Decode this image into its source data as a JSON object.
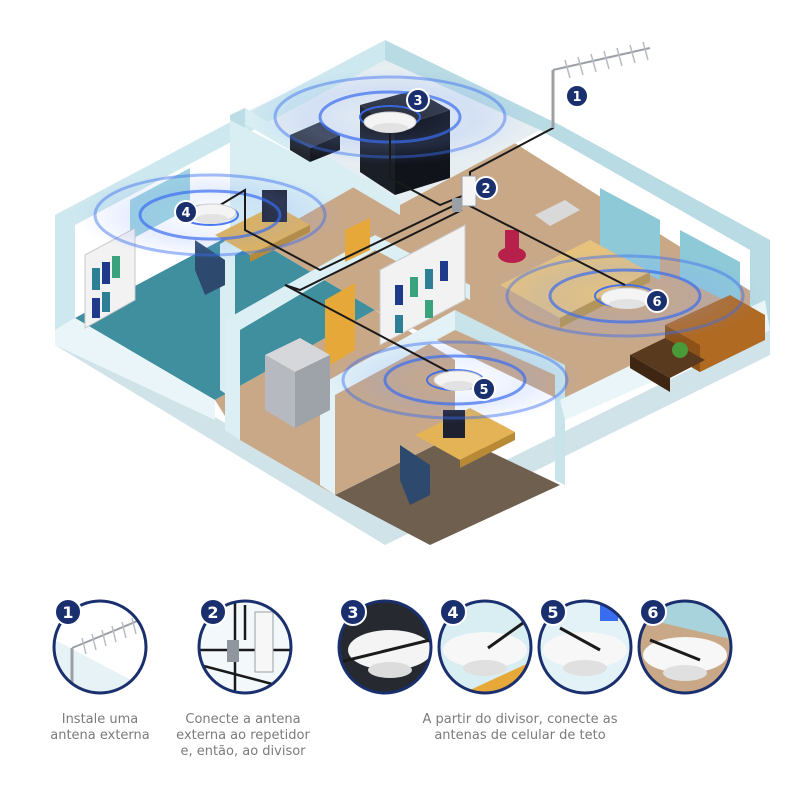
{
  "diagram": {
    "markers": [
      {
        "id": "1",
        "label": "1"
      },
      {
        "id": "2",
        "label": "2"
      },
      {
        "id": "3",
        "label": "3"
      },
      {
        "id": "4",
        "label": "4"
      },
      {
        "id": "5",
        "label": "5"
      },
      {
        "id": "6",
        "label": "6"
      }
    ]
  },
  "steps": [
    {
      "number": "1",
      "lines": [
        "Instale uma",
        "antena externa"
      ]
    },
    {
      "number": "2",
      "lines": [
        "Conecte a antena",
        "externa ao repetidor",
        "e, então, ao divisor"
      ]
    },
    {
      "number": "3"
    },
    {
      "number": "4"
    },
    {
      "number": "5"
    },
    {
      "number": "6"
    }
  ],
  "shared_caption": {
    "lines": [
      "A partir do divisor, conecte as",
      "antenas de celular de teto"
    ]
  },
  "colors": {
    "badge": "#1a2f6e",
    "wall": "#d8eef3",
    "floor_blue": "#3f8f9f",
    "floor_wood": "#c9a887",
    "floor_brown": "#6e5f4e",
    "cable": "#1a1a1a",
    "signal": "#3a6cf0",
    "caption": "#7b7b7b"
  },
  "icons": [
    "yagi-antenna-icon",
    "repeater-icon",
    "splitter-icon",
    "ceiling-antenna-icon"
  ]
}
